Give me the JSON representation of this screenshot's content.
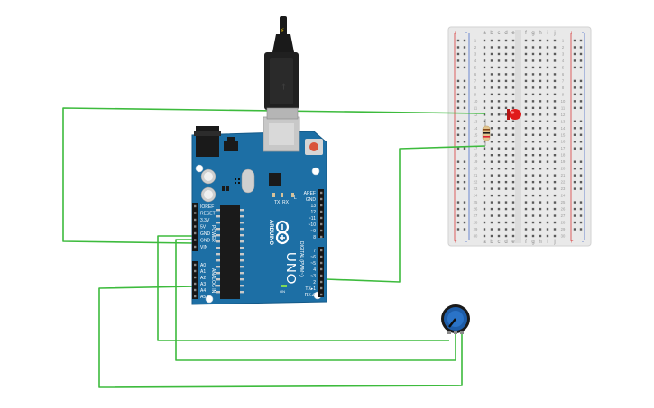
{
  "canvas": {
    "background": "#ffffff"
  },
  "colors": {
    "board": "#1d6fa5",
    "board_dark": "#155a88",
    "wire": "#3dbb3d",
    "breadboard": "#e9e9e9",
    "rail_red": "#d93a3a",
    "rail_blue": "#4a6fc9",
    "led": "#e01b1b",
    "pot": "#1e5da8"
  },
  "arduino": {
    "brand": "ARDUINO",
    "model": "UNO",
    "power_header": [
      "IOREF",
      "RESET",
      "3.3V",
      "5V",
      "GND",
      "GND",
      "VIN"
    ],
    "power_label": "POWER",
    "analog_header": [
      "A0",
      "A1",
      "A2",
      "A3",
      "A4",
      "A5"
    ],
    "analog_label": "ANALOG IN",
    "digital_top": [
      "AREF",
      "GND",
      "13",
      "12",
      "~11",
      "~10",
      "~9",
      "8"
    ],
    "digital_bottom": [
      "7",
      "~6",
      "~5",
      "4",
      "~3",
      "2",
      "TX▸1",
      "RX◂0"
    ],
    "digital_label": "DIGITAL (PWM~)",
    "tx_label": "TX",
    "rx_label": "RX",
    "l_label": "L",
    "on_label": "ON"
  },
  "breadboard": {
    "columns_left": [
      "a",
      "b",
      "c",
      "d",
      "e"
    ],
    "columns_right": [
      "f",
      "g",
      "h",
      "i",
      "j"
    ],
    "rail_plus": "+",
    "rail_minus": "-",
    "rows": 30
  },
  "components": {
    "led": "led",
    "resistor": "resistor",
    "potentiometer": "potentiometer",
    "usb_cable": "usb-cable"
  }
}
